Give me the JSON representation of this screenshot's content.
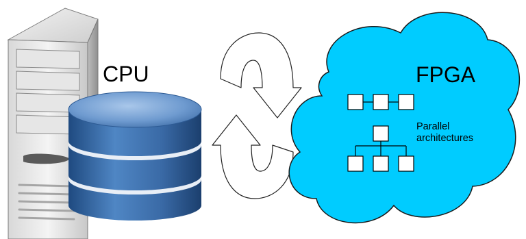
{
  "cpu": {
    "label": "CPU"
  },
  "fpga": {
    "label": "FPGA"
  },
  "architecture_note": {
    "line1": "Parallel",
    "line2": "architectures"
  },
  "colors": {
    "cloud_fill": "#00ccff",
    "cloud_stroke": "#1a1a1a",
    "tower_light": "#f0f0f0",
    "tower_shadow": "#9a9a9a",
    "database_blue": "#4a7ab5",
    "arrow_stroke": "#222222"
  }
}
